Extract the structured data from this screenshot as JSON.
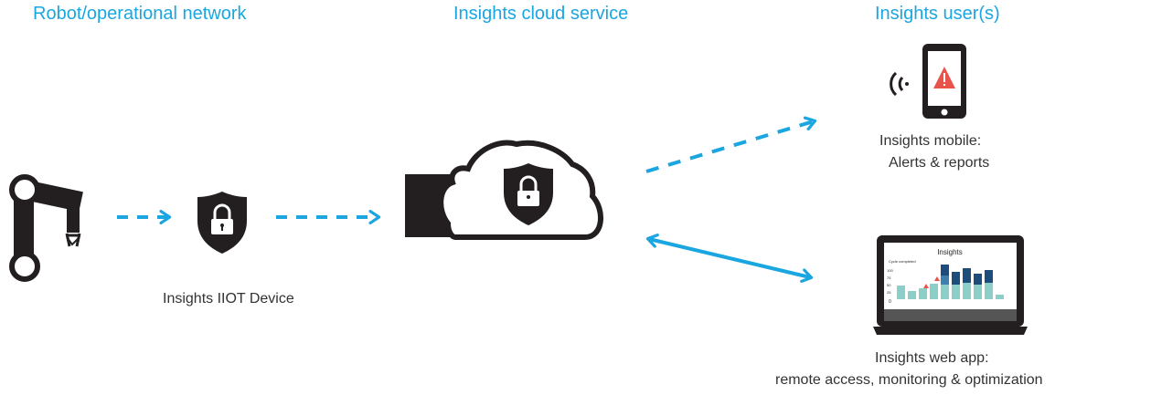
{
  "sections": {
    "robot_network": "Robot/operational network",
    "cloud_service": "Insights cloud service",
    "users": "Insights user(s)"
  },
  "nodes": {
    "iiot_device_label": "Insights IIOT Device",
    "mobile_label_1": "Insights mobile:",
    "mobile_label_2": "Alerts & reports",
    "webapp_label_1": "Insights web app:",
    "webapp_label_2": "remote access, monitoring & optimization"
  },
  "webapp_screen": {
    "title": "Insights",
    "chart_label": "Cycle completed",
    "y_ticks": [
      "100",
      "75",
      "50",
      "25",
      "0"
    ]
  },
  "colors": {
    "accent": "#1aa6e0",
    "dark": "#231f20",
    "alert_red": "#e8544a",
    "bar_light": "#8ccfc8",
    "bar_dark": "#1e4d7b"
  },
  "icons": [
    "robot-arm-icon",
    "lock-shield-icon",
    "cloud-icon",
    "smartphone-icon",
    "laptop-icon",
    "wireless-signal-icon",
    "alert-triangle-icon"
  ]
}
